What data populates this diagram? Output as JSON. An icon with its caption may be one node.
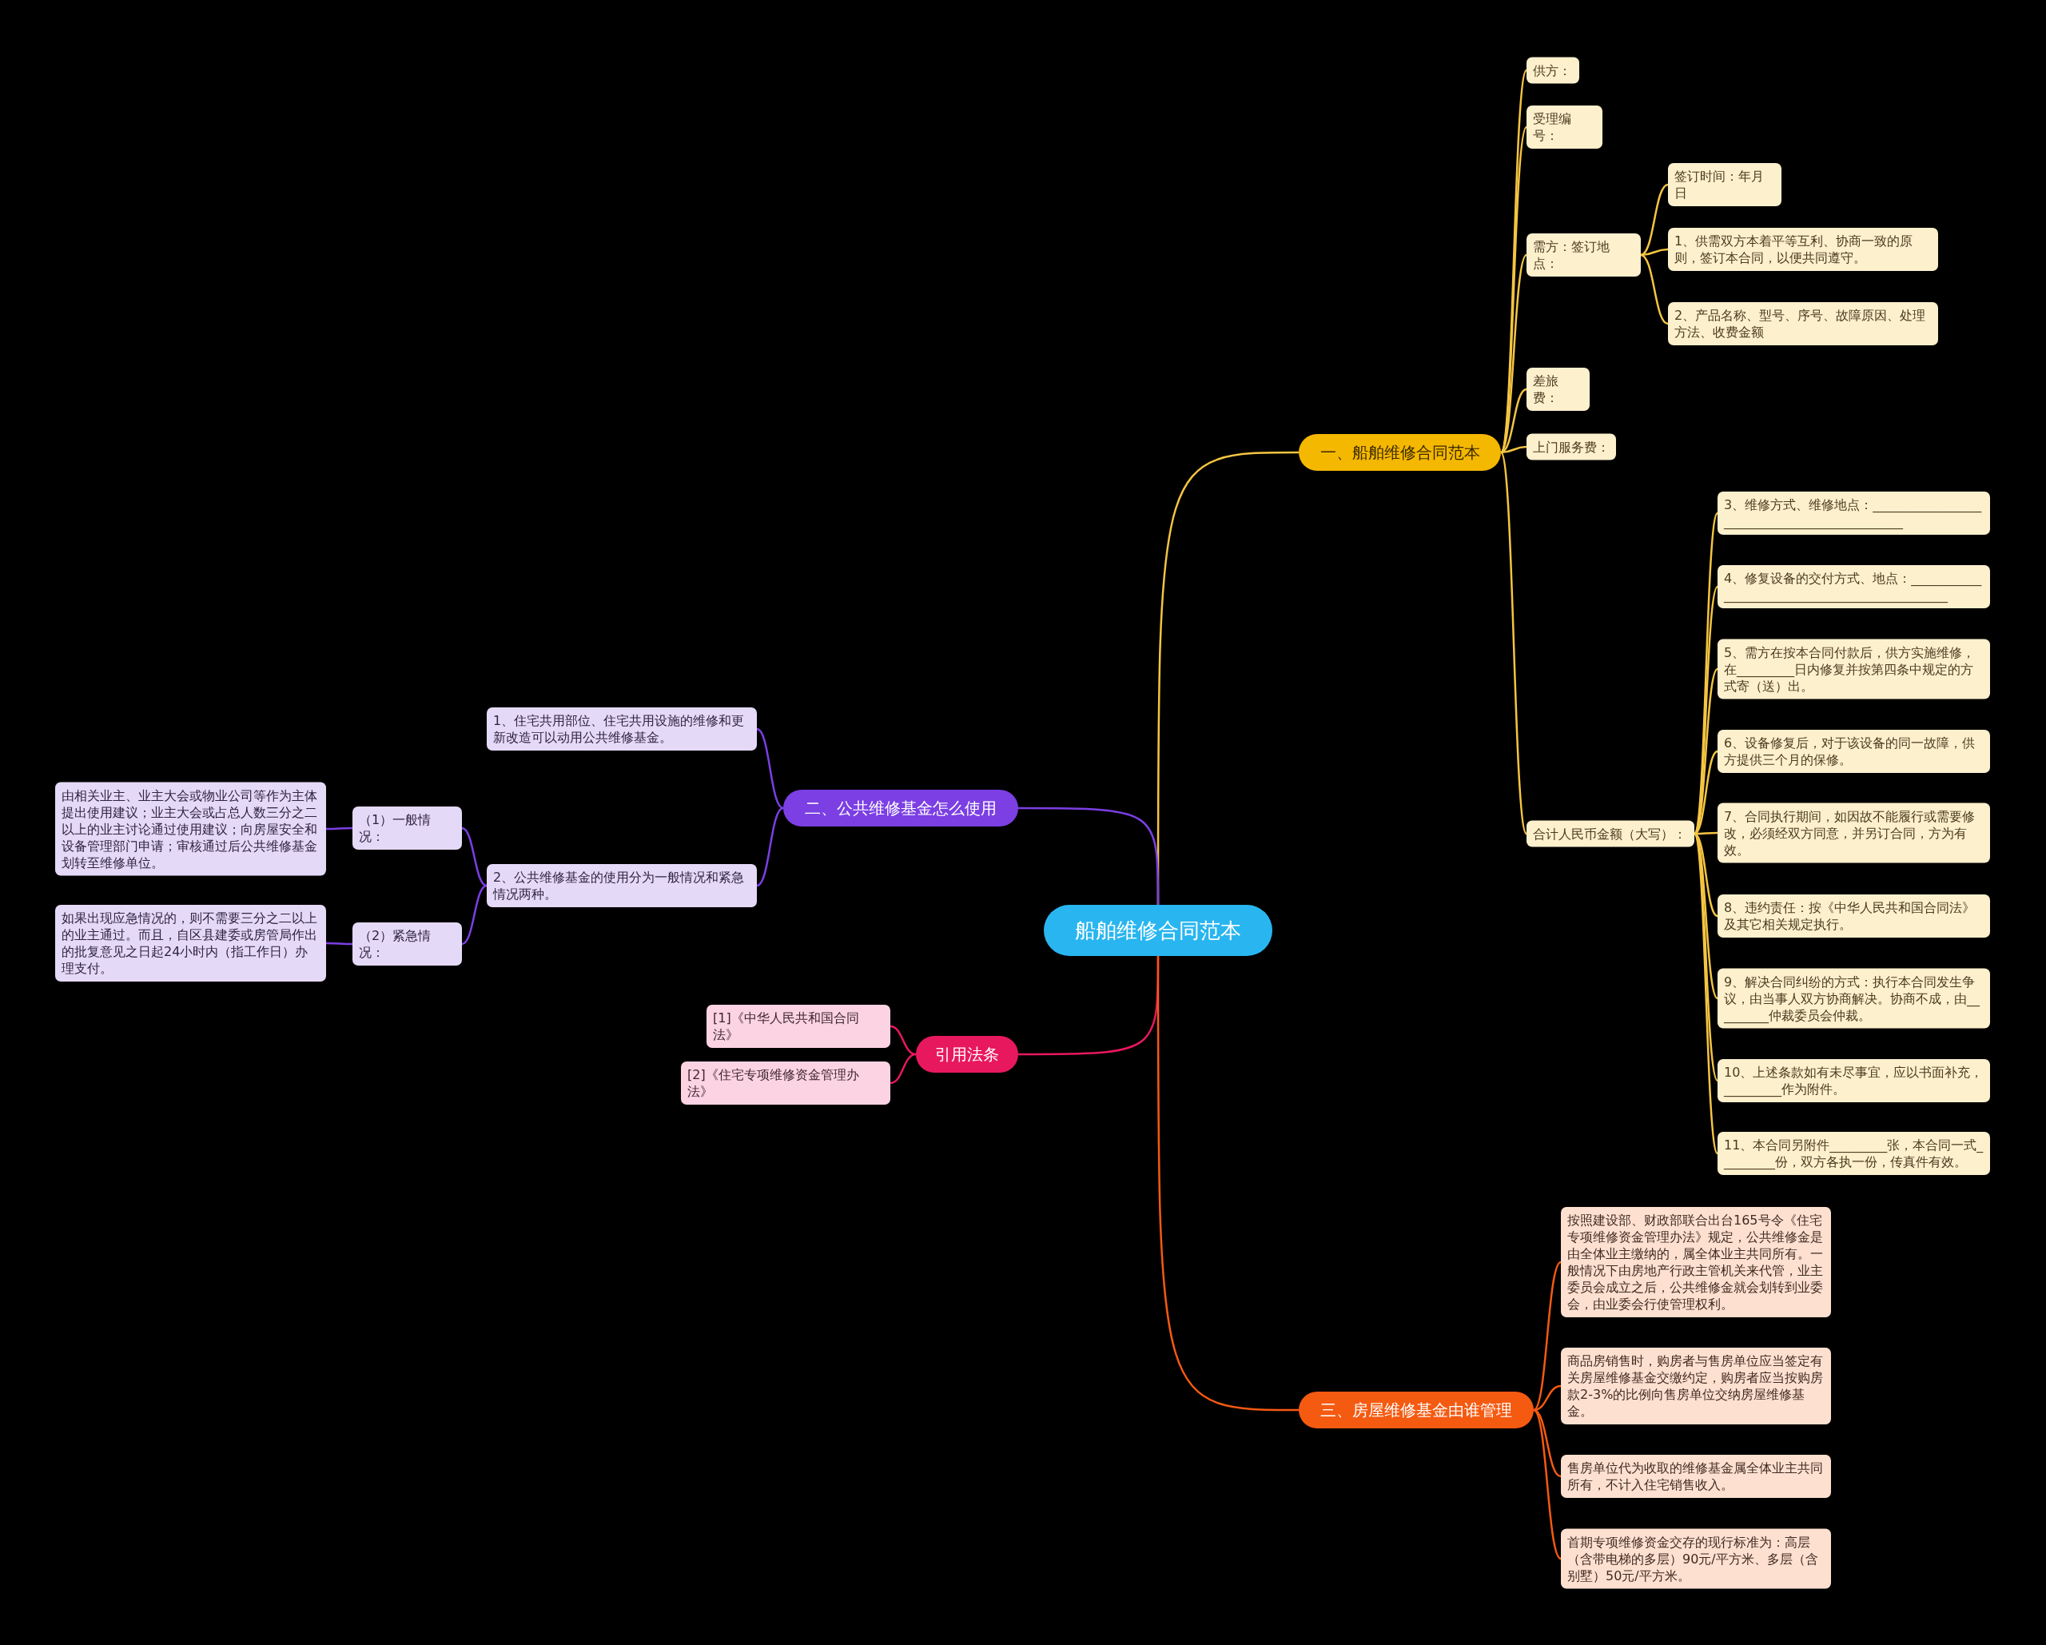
{
  "diagram": {
    "nodes": [
      {
        "text": [
          "船舶维修合同范本"
        ]
      },
      {
        "text": [
          "一、船舶维修合同范本"
        ]
      },
      {
        "text": [
          "供方："
        ]
      },
      {
        "text": [
          "受理编号："
        ]
      },
      {
        "text": [
          "需方：签订地点："
        ]
      },
      {
        "text": [
          "签订时间：年月日"
        ]
      },
      {
        "text": [
          "1、供需双方本着平等互利、协商一致的原则，签订本合同，以便共同遵守。"
        ]
      },
      {
        "text": [
          "2、产品名称、型号、序号、故障原因、处理方法、收费金额"
        ]
      },
      {
        "text": [
          "差旅费："
        ]
      },
      {
        "text": [
          "上门服务费："
        ]
      },
      {
        "text": [
          "合计人民币金额（大写）："
        ]
      },
      {
        "text": [
          "3、维修方式、维修地点：_____________________________________________"
        ]
      },
      {
        "text": [
          "4、修复设备的交付方式、地点：______________________________________________"
        ]
      },
      {
        "text": [
          "5、需方在按本合同付款后，供方实施维修，在_________日内修复并按第四条中规定的方式寄（送）出。"
        ]
      },
      {
        "text": [
          "6、设备修复后，对于该设备的同一故障，供方提供三个月的保修。"
        ]
      },
      {
        "text": [
          "7、合同执行期间，如因故不能履行或需要修改，必须经双方同意，并另订合同，方为有效。"
        ]
      },
      {
        "text": [
          "8、违约责任：按《中华人民共和国合同法》及其它相关规定执行。"
        ]
      },
      {
        "text": [
          "9、解决合同纠纷的方式：执行本合同发生争议，由当事人双方协商解决。协商不成，由_________仲裁委员会仲裁。"
        ]
      },
      {
        "text": [
          "10、上述条款如有未尽事宜，应以书面补充，_________作为附件。"
        ]
      },
      {
        "text": [
          "11、本合同另附件_________张，本合同一式_________份，双方各执一份，传真件有效。"
        ]
      },
      {
        "text": [
          "二、公共维修基金怎么使用"
        ]
      },
      {
        "text": [
          "1、住宅共用部位、住宅共用设施的维修和更新改造可以动用公共维修基金。"
        ]
      },
      {
        "text": [
          "2、公共维修基金的使用分为一般情况和紧急情况两种。"
        ]
      },
      {
        "text": [
          "（1）一般情况："
        ]
      },
      {
        "text": [
          "由相关业主、业主大会或物业公司等作为主体提出使用建议；业主大会或占总人数三分之二以上的业主讨论通过使用建议；向房屋安全和设备管理部门申请；审核通过后公共维修基金划转至维修单位。"
        ]
      },
      {
        "text": [
          "（2）紧急情况："
        ]
      },
      {
        "text": [
          "如果出现应急情况的，则不需要三分之二以上的业主通过。而且，自区县建委或房管局作出的批复意见之日起24小时内（指工作日）办理支付。"
        ]
      },
      {
        "text": [
          "引用法条"
        ]
      },
      {
        "text": [
          "[1]《中华人民共和国合同法》"
        ]
      },
      {
        "text": [
          "[2]《住宅专项维修资金管理办法》"
        ]
      },
      {
        "text": [
          "三、房屋维修基金由谁管理"
        ]
      },
      {
        "text": [
          "按照建设部、财政部联合出台165号令《住宅专项维修资金管理办法》规定，公共维修金是由全体业主缴纳的，属全体业主共同所有。一般情况下由房地产行政主管机关来代管，业主委员会成立之后，公共维修金就会划转到业委会，由业委会行使管理权利。"
        ]
      },
      {
        "text": [
          "商品房销售时，购房者与售房单位应当签定有关房屋维修基金交缴约定，购房者应当按购房款2-3%的比例向售房单位交纳房屋维修基金。"
        ]
      },
      {
        "text": [
          "售房单位代为收取的维修基金属全体业主共同所有，不计入住宅销售收入。"
        ]
      },
      {
        "text": [
          "首期专项维修资金交存的现行标准为：高层（含带电梯的多层）90元/平方米、多层（含别墅）50元/平方米。"
        ]
      }
    ],
    "edges": [
      {
        "from": 0,
        "to": 1,
        "arrow": "none"
      },
      {
        "from": 1,
        "to": 2,
        "arrow": "none"
      },
      {
        "from": 1,
        "to": 3,
        "arrow": "none"
      },
      {
        "from": 1,
        "to": 4,
        "arrow": "none"
      },
      {
        "from": 4,
        "to": 5,
        "arrow": "none"
      },
      {
        "from": 4,
        "to": 6,
        "arrow": "none"
      },
      {
        "from": 4,
        "to": 7,
        "arrow": "none"
      },
      {
        "from": 1,
        "to": 8,
        "arrow": "none"
      },
      {
        "from": 1,
        "to": 9,
        "arrow": "none"
      },
      {
        "from": 1,
        "to": 10,
        "arrow": "none"
      },
      {
        "from": 10,
        "to": 11,
        "arrow": "none"
      },
      {
        "from": 10,
        "to": 12,
        "arrow": "none"
      },
      {
        "from": 10,
        "to": 13,
        "arrow": "none"
      },
      {
        "from": 10,
        "to": 14,
        "arrow": "none"
      },
      {
        "from": 10,
        "to": 15,
        "arrow": "none"
      },
      {
        "from": 10,
        "to": 16,
        "arrow": "none"
      },
      {
        "from": 10,
        "to": 17,
        "arrow": "none"
      },
      {
        "from": 10,
        "to": 18,
        "arrow": "none"
      },
      {
        "from": 10,
        "to": 19,
        "arrow": "none"
      },
      {
        "from": 0,
        "to": 20,
        "arrow": "none",
        "color": "#7b3fe4"
      },
      {
        "from": 20,
        "to": 21,
        "arrow": "none",
        "color": "#7b3fe4"
      },
      {
        "from": 20,
        "to": 22,
        "arrow": "none",
        "color": "#7b3fe4"
      },
      {
        "from": 22,
        "to": 23,
        "arrow": "none",
        "color": "#7b3fe4"
      },
      {
        "from": 23,
        "to": 24,
        "arrow": "none",
        "color": "#7b3fe4"
      },
      {
        "from": 22,
        "to": 25,
        "arrow": "none",
        "color": "#7b3fe4"
      },
      {
        "from": 25,
        "to": 26,
        "arrow": "none",
        "color": "#7b3fe4"
      },
      {
        "from": 0,
        "to": 27,
        "arrow": "none",
        "color": "#e8185f"
      },
      {
        "from": 27,
        "to": 28,
        "arrow": "none",
        "color": "#e8185f"
      },
      {
        "from": 27,
        "to": 29,
        "arrow": "none",
        "color": "#e8185f"
      },
      {
        "from": 0,
        "to": 30,
        "arrow": "none",
        "color": "#f55a11"
      },
      {
        "from": 30,
        "to": 31,
        "arrow": "none",
        "color": "#f55a11"
      },
      {
        "from": 30,
        "to": 32,
        "arrow": "none",
        "color": "#f55a11"
      },
      {
        "from": 30,
        "to": 33,
        "arrow": "none",
        "color": "#f55a11"
      },
      {
        "from": 30,
        "to": 34,
        "arrow": "none",
        "color": "#f55a11"
      }
    ]
  }
}
